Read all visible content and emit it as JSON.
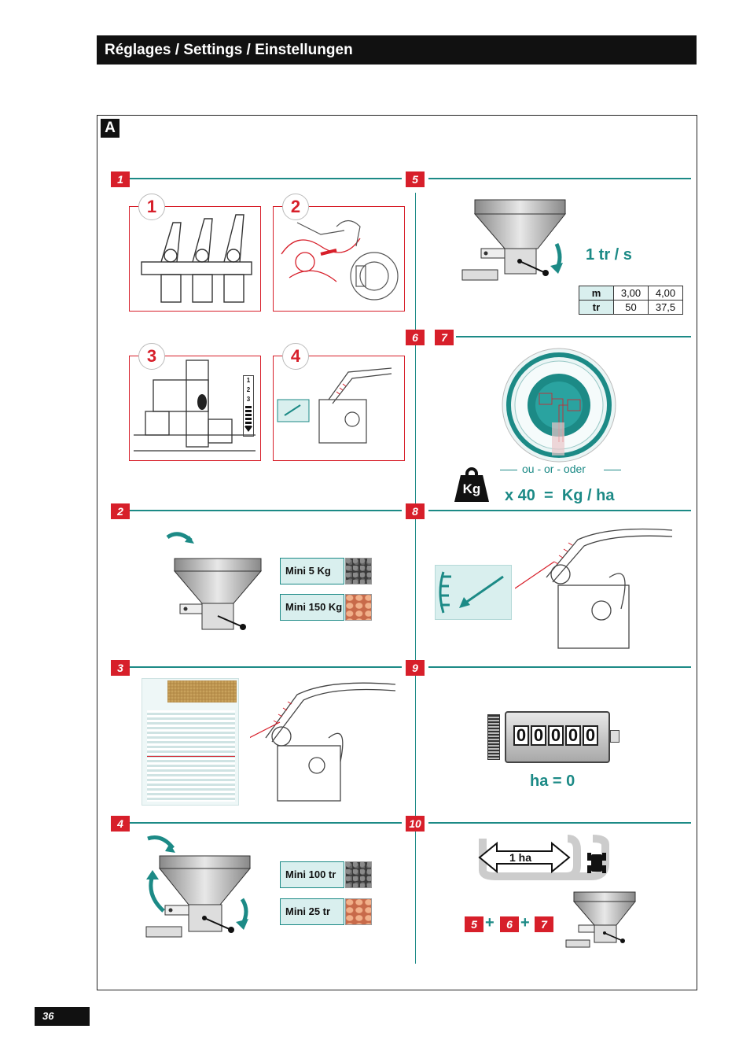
{
  "header": {
    "title": "Réglages / Settings / Einstellungen"
  },
  "section": {
    "label": "A"
  },
  "steps_left": {
    "s1": "1",
    "s2": "2",
    "s3": "3",
    "s4": "4"
  },
  "steps_right": {
    "s5": "5",
    "s6": "6",
    "s7": "7",
    "s8": "8",
    "s9": "9",
    "s10": "10"
  },
  "step1": {
    "photo1": "1",
    "photo2": "2",
    "photo3": "3",
    "photo4": "4",
    "scale": [
      "1",
      "2",
      "3"
    ]
  },
  "step2": {
    "items": [
      "Mini 5 Kg",
      "Mini 150 Kg"
    ]
  },
  "step4": {
    "items": [
      "Mini 100 tr",
      "Mini 25 tr"
    ]
  },
  "step5": {
    "rate": "1 tr / s",
    "table": {
      "row1": [
        "m",
        "3,00",
        "4,00"
      ],
      "row2": [
        "tr",
        "50",
        "37,5"
      ]
    }
  },
  "step6": {
    "or_text": "ou - or - oder",
    "weight_label": "Kg",
    "formula": "x 40  =  Kg / ha"
  },
  "step9": {
    "counter": [
      "0",
      "0",
      "0",
      "0",
      "0"
    ],
    "result": "ha = 0"
  },
  "step10": {
    "distance": "1 ha",
    "sum": [
      "5",
      "+",
      "6",
      "+",
      "7"
    ]
  },
  "footer": {
    "page_number": "36"
  },
  "colors": {
    "accent_red": "#d71f2a",
    "accent_teal": "#1c8a86",
    "header_bg": "#111111"
  }
}
